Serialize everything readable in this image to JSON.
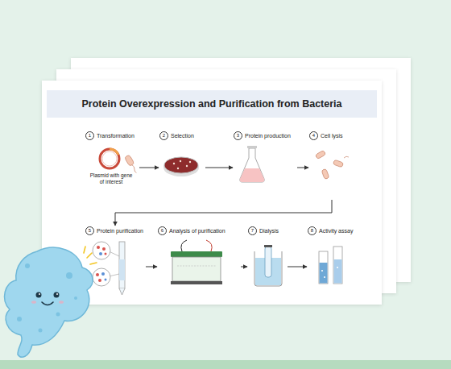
{
  "diagram": {
    "title": "Protein Overexpression and Purification from Bacteria",
    "nodes": [
      {
        "text": [
          "1",
          "Transformation"
        ]
      },
      {
        "text": [
          "2",
          "Selection"
        ]
      },
      {
        "text": [
          "3",
          "Protein production"
        ]
      },
      {
        "text": [
          "4",
          "Cell lysis"
        ]
      },
      {
        "text": [
          "5",
          "Protein purification"
        ]
      },
      {
        "text": [
          "6",
          "Analysis of purification"
        ]
      },
      {
        "text": [
          "7",
          "Dialysis"
        ]
      },
      {
        "text": [
          "8",
          "Activity assay"
        ]
      }
    ],
    "edges": [
      {
        "from": 0,
        "to": 1,
        "arrow": "to"
      },
      {
        "from": 1,
        "to": 2,
        "arrow": "to"
      },
      {
        "from": 2,
        "to": 3,
        "arrow": "to"
      },
      {
        "from": 3,
        "to": 4,
        "arrow": "to"
      },
      {
        "from": 4,
        "to": 5,
        "arrow": "to"
      },
      {
        "from": 5,
        "to": 6,
        "arrow": "to"
      },
      {
        "from": 6,
        "to": 7,
        "arrow": "to"
      }
    ],
    "labels": [
      "Plasmid with gene of interest"
    ]
  }
}
